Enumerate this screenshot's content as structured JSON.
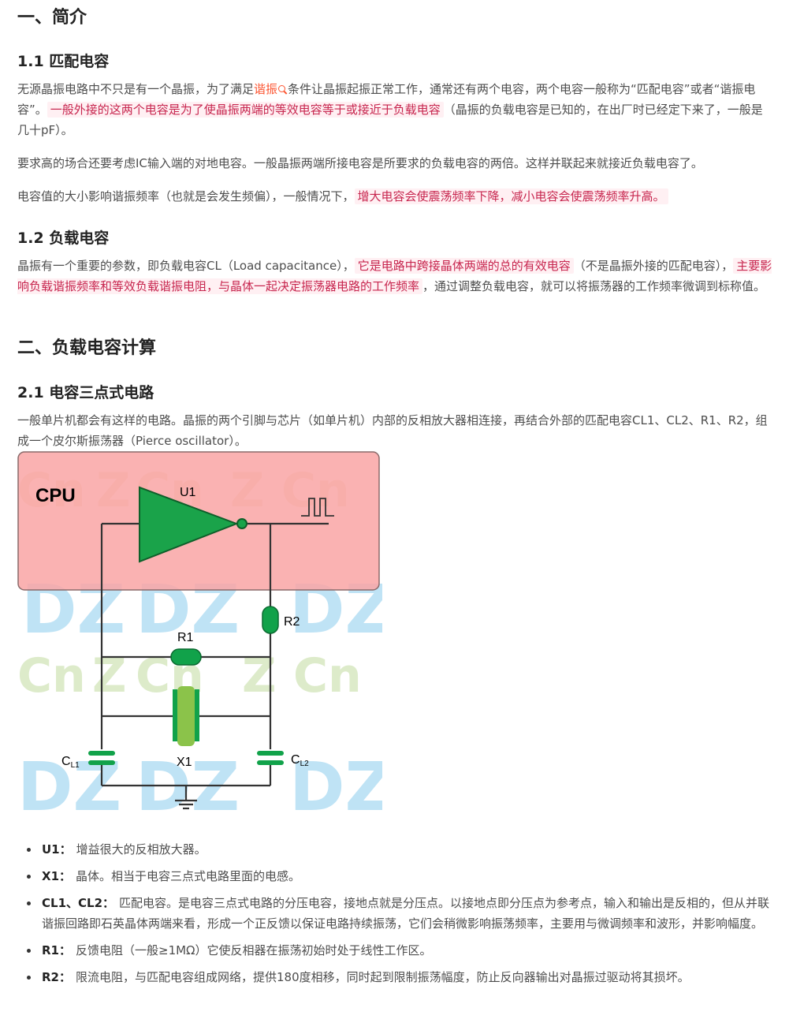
{
  "section1": {
    "title": "一、简介",
    "s11": {
      "title": "1.1 匹配电容",
      "p1": {
        "a": "无源晶振电路中不只是有一个晶振，为了满足",
        "link": "谐振",
        "b": "条件让晶振起振正常工作，通常还有两个电容，两个电容一般称为“匹配电容”或者“谐振电容”。",
        "hl": "一般外接的这两个电容是为了使晶振两端的等效电容等于或接近于负载电容",
        "c": "（晶振的负载电容是已知的，在出厂时已经定下来了，一般是几十pF）。"
      },
      "p2": "要求高的场合还要考虑IC输入端的对地电容。一般晶振两端所接电容是所要求的负载电容的两倍。这样并联起来就接近负载电容了。",
      "p3": {
        "a": "电容值的大小影响谐振频率（也就是会发生频偏），一般情况下，",
        "hl": "增大电容会使震荡频率下降，减小电容会使震荡频率升高。"
      }
    },
    "s12": {
      "title": "1.2 负载电容",
      "p1": {
        "a": "晶振有一个重要的参数，即负载电容CL（Load capacitance），",
        "hl1": "它是电路中跨接晶体两端的总的有效电容",
        "b": "（不是晶振外接的匹配电容），",
        "hl2": "主要影响负载谐振频率和等效负载谐振电阻，与晶体一起决定振荡器电路的工作频率",
        "c": "，通过调整负载电容，就可以将振荡器的工作频率微调到标称值。"
      }
    }
  },
  "section2": {
    "title": "二、负载电容计算",
    "s21": {
      "title": "2.1 电容三点式电路",
      "p1": "一般单片机都会有这样的电路。晶振的两个引脚与芯片（如单片机）内部的反相放大器相连接，再结合外部的匹配电容CL1、CL2、R1、R2，组成一个皮尔斯振荡器（Pierce oscillator）。"
    }
  },
  "figure": {
    "cpu_label": "CPU",
    "u1_label": "U1",
    "r1_label": "R1",
    "r2_label": "R2",
    "x1_label": "X1",
    "cl1_label": "C",
    "cl1_sub": "L1",
    "cl2_label": "C",
    "cl2_sub": "L2",
    "watermark": [
      "Cn",
      "Z",
      "Cn",
      "Z",
      "Cn",
      "DZ",
      "DZ",
      "DZ",
      "Cn",
      "Z",
      "Cn",
      "Z",
      "Cn",
      "DZ",
      "DZ",
      "DZ"
    ],
    "colors": {
      "cpu_fill": "#f9a5a5",
      "amp": "#1aa34a",
      "wire": "#333333",
      "component": "#11a24a",
      "crystal": "#8bc34a"
    }
  },
  "bullets": [
    {
      "term": "U1：",
      "desc": "增益很大的反相放大器。"
    },
    {
      "term": "X1：",
      "desc": "晶体。相当于电容三点式电路里面的电感。"
    },
    {
      "term": "CL1、CL2：",
      "desc": "匹配电容。是电容三点式电路的分压电容，接地点就是分压点。以接地点即分压点为参考点，输入和输出是反相的，但从并联谐振回路即石英晶体两端来看，形成一个正反馈以保证电路持续振荡，它们会稍微影响振荡频率，主要用与微调频率和波形，并影响幅度。"
    },
    {
      "term": "R1：",
      "desc": "反馈电阻（一般≥1MΩ）它使反相器在振荡初始时处于线性工作区。"
    },
    {
      "term": "R2：",
      "desc": "限流电阻，与匹配电容组成网络，提供180度相移，同时起到限制振荡幅度，防止反向器输出对晶振过驱动将其损坏。"
    }
  ]
}
